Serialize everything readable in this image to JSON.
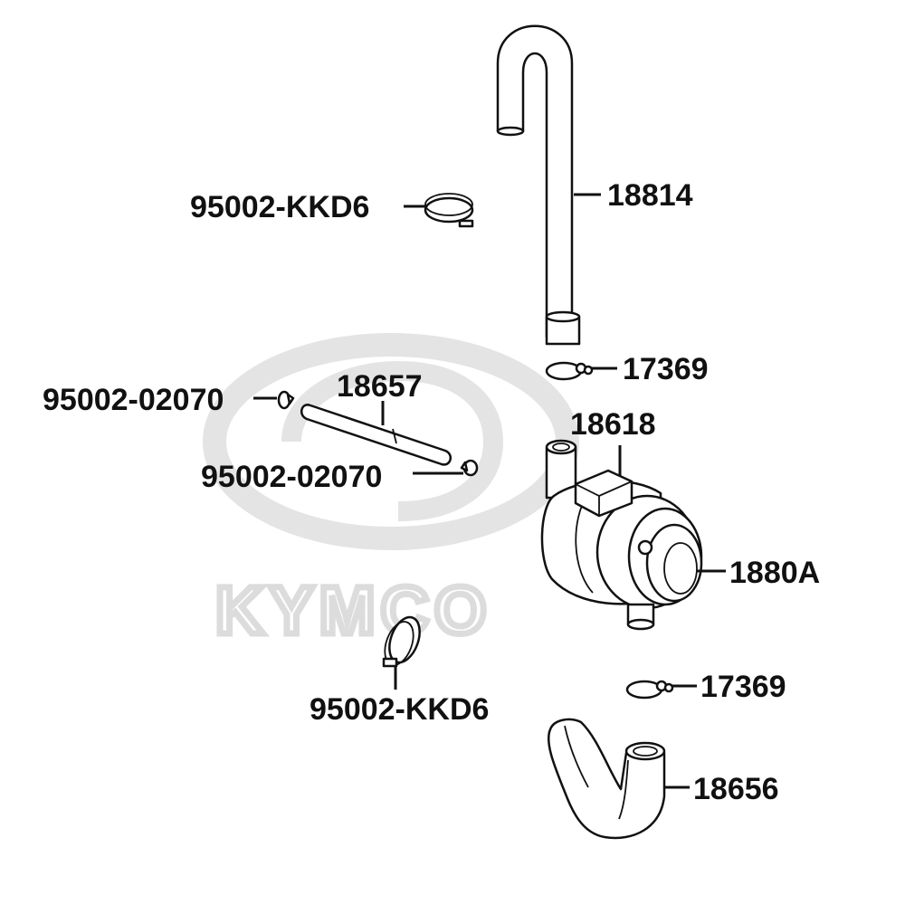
{
  "watermark": {
    "brand": "KYMCO"
  },
  "colors": {
    "line": "#111111",
    "watermark": "#dcdcdc",
    "background": "#ffffff"
  },
  "parts": [
    {
      "id": "hose-upper",
      "number": "18814"
    },
    {
      "id": "clamp-upper",
      "number": "95002-KKD6"
    },
    {
      "id": "clip-upper",
      "number": "17369"
    },
    {
      "id": "tube-small",
      "number": "18657"
    },
    {
      "id": "clip-tube-left",
      "number": "95002-02070"
    },
    {
      "id": "clip-tube-right",
      "number": "95002-02070"
    },
    {
      "id": "cover",
      "number": "18618"
    },
    {
      "id": "filter-assy",
      "number": "1880A"
    },
    {
      "id": "clamp-lower",
      "number": "95002-KKD6"
    },
    {
      "id": "clip-lower",
      "number": "17369"
    },
    {
      "id": "hose-lower",
      "number": "18656"
    }
  ]
}
